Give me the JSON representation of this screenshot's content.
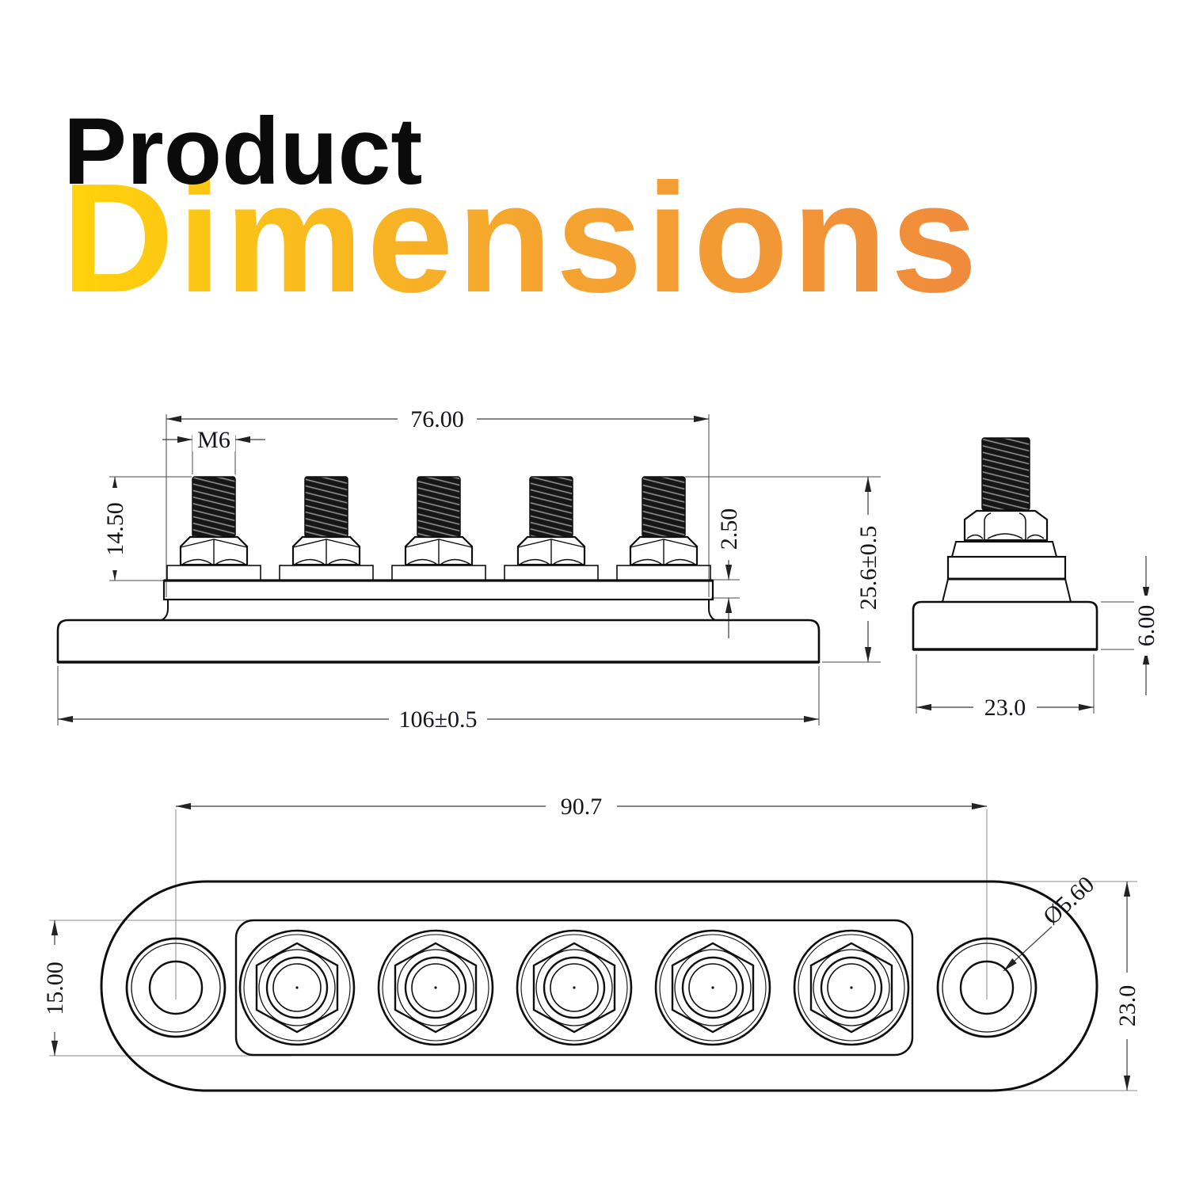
{
  "title": {
    "line1": "Product",
    "line2": "Dimensions",
    "line1_color": "#0b0b0b",
    "gradient_from": "#FFD30A",
    "gradient_mid": "#F5A62F",
    "gradient_to": "#EF8A3C"
  },
  "drawing": {
    "line_color": "#0e0e0e",
    "front_view": {
      "labels": {
        "plate_width": "76.00",
        "thread_size": "M6",
        "stud_height": "14.50",
        "plate_thickness": "2.50",
        "overall_height": "25.6±0.5",
        "base_length": "106±0.5"
      }
    },
    "end_view": {
      "labels": {
        "base_height": "6.00",
        "base_width": "23.0"
      }
    },
    "top_view": {
      "labels": {
        "hole_spacing": "90.7",
        "recess_width": "15.00",
        "hole_diameter": "Ø5.60",
        "body_width": "23.0"
      }
    }
  }
}
